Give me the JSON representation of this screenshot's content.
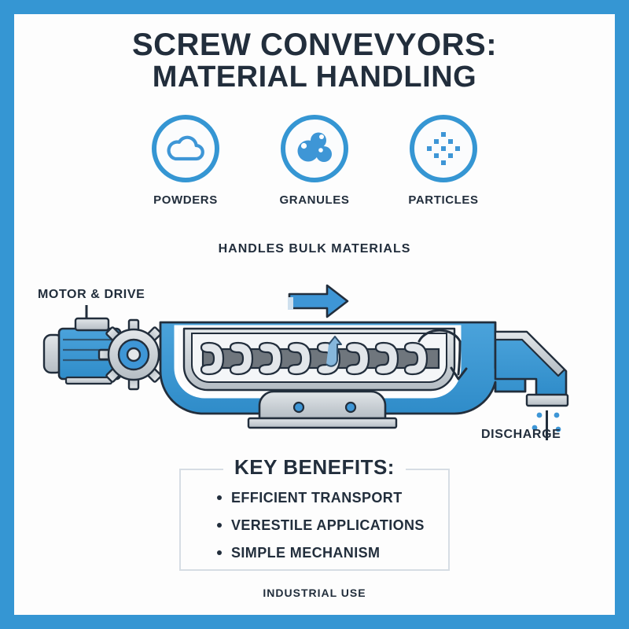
{
  "theme": {
    "frame_blue": "#3596d3",
    "accent_blue": "#3e96d6",
    "dark_navy": "#222e3c",
    "metal_gray": "#c3c9cf",
    "shaft_gray": "#6f767d",
    "canvas_white": "#fdfdfd"
  },
  "title": {
    "line1": "SCREW CONVEVYORS:",
    "line2": "MATERIAL HANDLING"
  },
  "icons": [
    {
      "label": "POWDERS",
      "icon": "cloud-icon"
    },
    {
      "label": "GRANULES",
      "icon": "spheres-icon"
    },
    {
      "label": "PARTICLES",
      "icon": "dot-grid-icon"
    }
  ],
  "mid_caption": "HANDLES BULK MATERIALS",
  "diagram": {
    "motor_label": "MOTOR & DRIVE",
    "discharge_label": "DISCHARGE",
    "flow_arrow": "right-arrow-icon",
    "rotation_arrow": "rotation-arrow-icon",
    "parts": {
      "motor": "motor-icon",
      "gear": "gear-icon",
      "trough": "trough-icon",
      "screw": "screw-flight-icon",
      "support": "support-base-icon",
      "chute": "discharge-chute-icon",
      "falling_material": "falling-particles-icon"
    }
  },
  "benefits": {
    "title": "KEY BENEFITS:",
    "items": [
      "EFFICIENT TRANSPORT",
      "VERESTILE APPLICATIONS",
      "SIMPLE MECHANISM"
    ]
  },
  "footer_caption": "INDUSTRIAL USE"
}
